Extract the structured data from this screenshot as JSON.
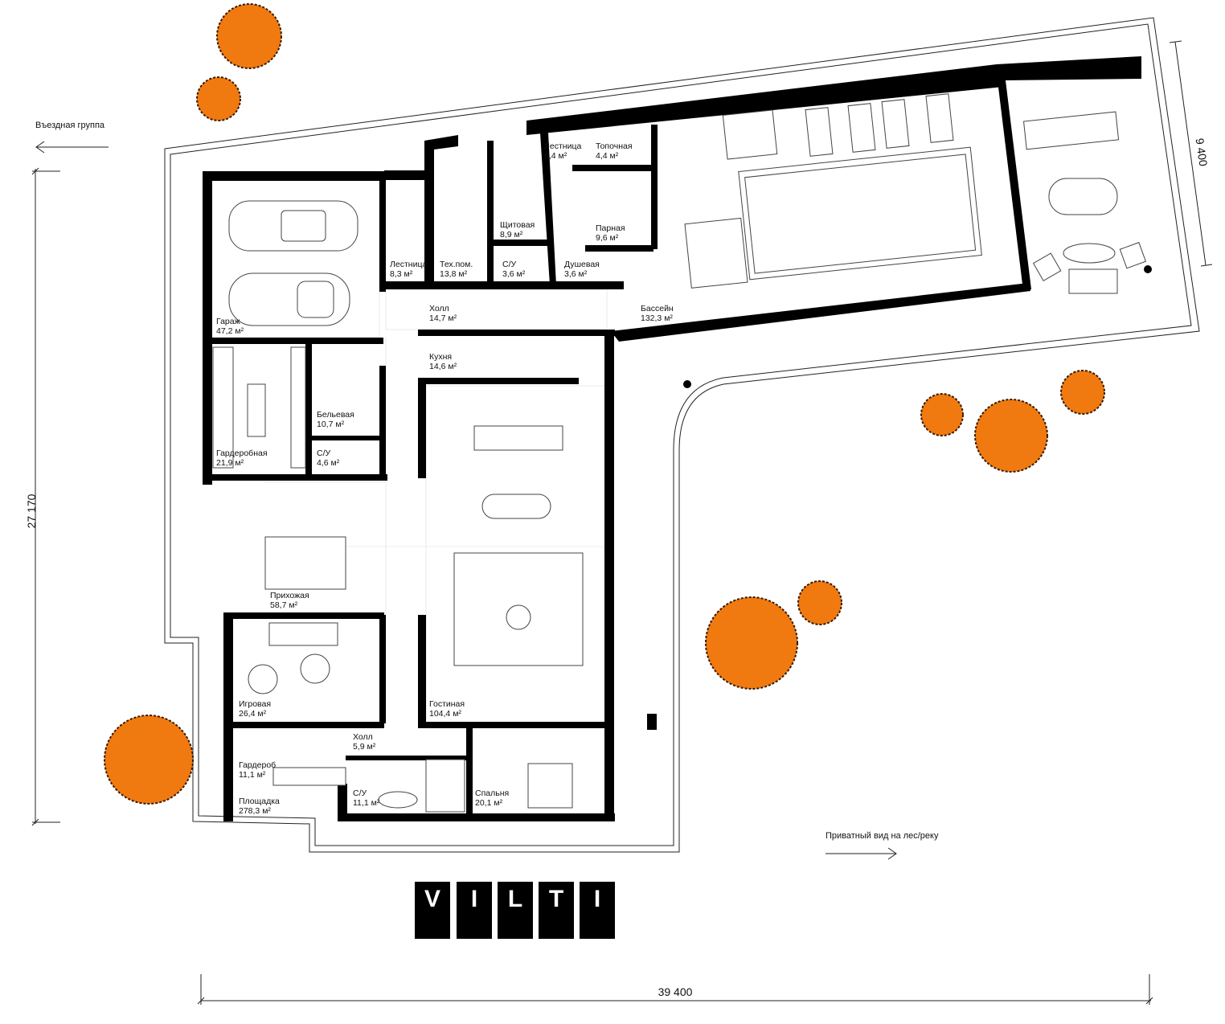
{
  "annotations": {
    "entry": "Въездная группа",
    "view": "Приватный вид на лес/реку"
  },
  "dimensions": {
    "width": "39 400",
    "height": "27 170",
    "pool_wing": "9 400"
  },
  "logo": [
    "V",
    "I",
    "L",
    "T",
    "I"
  ],
  "rooms": {
    "garage": {
      "name": "Гараж",
      "area": "47,2 м²"
    },
    "stair1": {
      "name": "Лестница",
      "area": "8,3 м²"
    },
    "tech": {
      "name": "Тех.пом.",
      "area": "13,8 м²"
    },
    "panel": {
      "name": "Щитовая",
      "area": "8,9 м²"
    },
    "wc1": {
      "name": "С/У",
      "area": "3,6 м²"
    },
    "stair2": {
      "name": "Лестница",
      "area": "6,4 м²"
    },
    "boiler": {
      "name": "Топочная",
      "area": "4,4 м²"
    },
    "steam": {
      "name": "Парная",
      "area": "9,6 м²"
    },
    "shower": {
      "name": "Душевая",
      "area": "3,6 м²"
    },
    "hall1": {
      "name": "Холл",
      "area": "14,7 м²"
    },
    "pool": {
      "name": "Бассейн",
      "area": "132,3 м²"
    },
    "kitchen": {
      "name": "Кухня",
      "area": "14,6 м²"
    },
    "laundry": {
      "name": "Бельевая",
      "area": "10,7 м²"
    },
    "wardrobe1": {
      "name": "Гардеробная",
      "area": "21,9 м²"
    },
    "wc2": {
      "name": "С/У",
      "area": "4,6 м²"
    },
    "entrance": {
      "name": "Прихожая",
      "area": "58,7 м²"
    },
    "playroom": {
      "name": "Игровая",
      "area": "26,4 м²"
    },
    "living": {
      "name": "Гостиная",
      "area": "104,4 м²"
    },
    "hall2": {
      "name": "Холл",
      "area": "5,9 м²"
    },
    "wardrobe2": {
      "name": "Гардероб",
      "area": "11,1 м²"
    },
    "wc3": {
      "name": "С/У",
      "area": "11,1 м²"
    },
    "bedroom": {
      "name": "Спальня",
      "area": "20,1 м²"
    },
    "terrace": {
      "name": "Площадка",
      "area": "278,3 м²"
    }
  },
  "colors": {
    "tree": "#f07a10",
    "wall": "#000000"
  }
}
